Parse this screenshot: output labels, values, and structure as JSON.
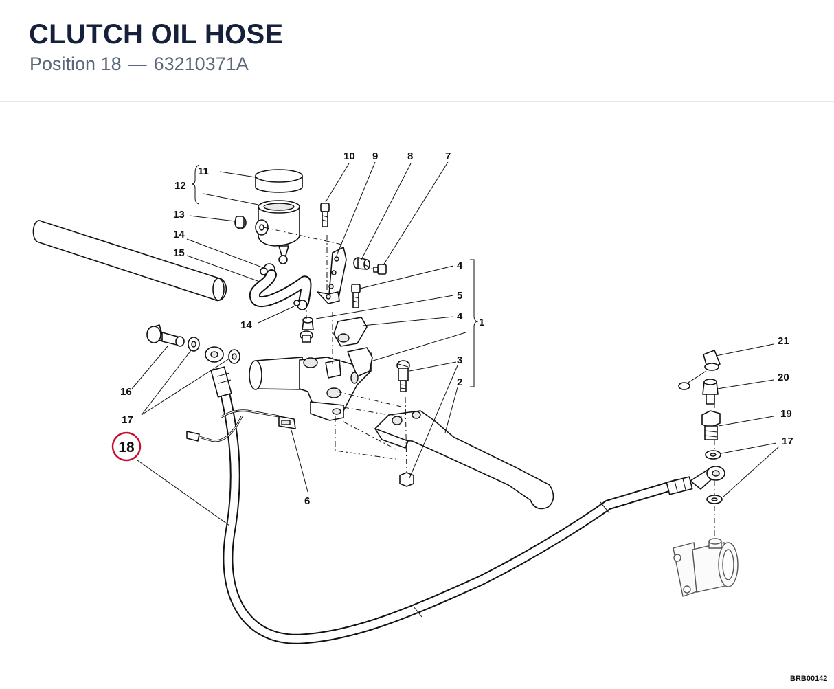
{
  "header": {
    "title": "CLUTCH OIL HOSE",
    "position_label": "Position 18",
    "separator": "—",
    "part_number": "63210371A"
  },
  "diagram": {
    "highlighted_callout": "18",
    "highlight_color": "#c8102e",
    "drawing_code": "BRB00142",
    "callouts": {
      "c1": "1",
      "c2": "2",
      "c3": "3",
      "c4a": "4",
      "c4b": "4",
      "c5": "5",
      "c6": "6",
      "c7": "7",
      "c8": "8",
      "c9": "9",
      "c10": "10",
      "c11": "11",
      "c12": "12",
      "c13": "13",
      "c14a": "14",
      "c14b": "14",
      "c15": "15",
      "c16": "16",
      "c17a": "17",
      "c17b": "17",
      "c19": "19",
      "c20": "20",
      "c21": "21"
    }
  }
}
